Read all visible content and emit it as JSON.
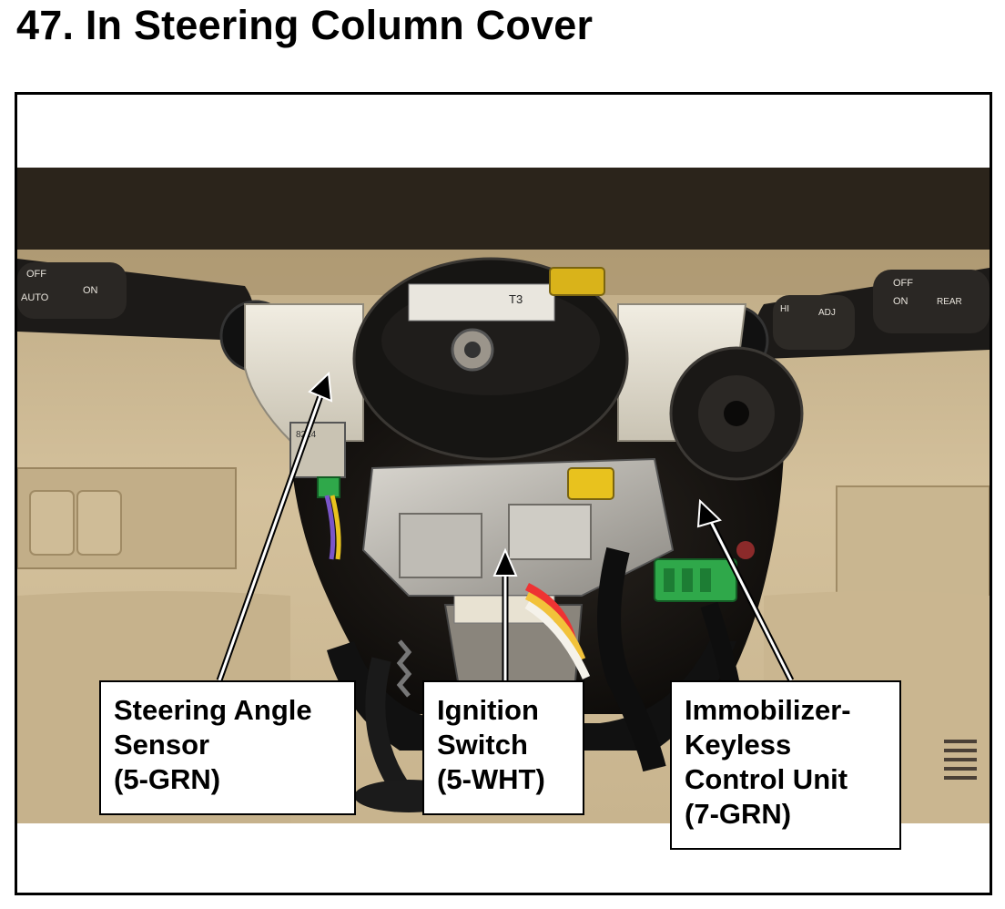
{
  "title": "47.  In Steering Column Cover",
  "callouts": {
    "steering_angle_sensor": {
      "lines": [
        "Steering Angle",
        "Sensor",
        "(5-GRN)"
      ]
    },
    "ignition_switch": {
      "lines": [
        "Ignition",
        "Switch",
        "(5-WHT)"
      ]
    },
    "immobilizer_keyless": {
      "lines": [
        "Immobilizer-",
        "Keyless",
        "Control Unit",
        "(7-GRN)"
      ]
    }
  },
  "photo_labels": {
    "left_stalk": [
      "OFF",
      "ON",
      "AUTO"
    ],
    "right_stalk": [
      "OFF",
      "ON",
      "ADJ",
      "REAR",
      "HI"
    ],
    "clock_spring_code": "T3",
    "connector_code": "8214"
  },
  "colors": {
    "dash_tan": "#cbb690",
    "dash_shadow": "#8f7a56",
    "cavity_dark": "#141210",
    "frame": "#000000",
    "connector_green": "#2fa84a"
  }
}
